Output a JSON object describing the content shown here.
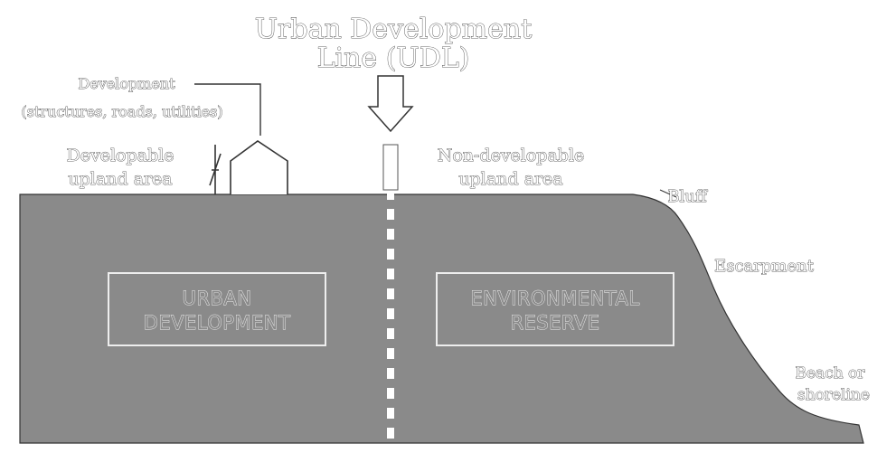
{
  "title_line1": "Urban Development",
  "title_line2": "Line (UDL)",
  "development_label_line1": "Development",
  "development_label_line2": "(structures, roads, utilities)",
  "left_area_line1": "Developable",
  "left_area_line2": "upland area",
  "right_area_line1": "Non-developable",
  "right_area_line2": "upland area",
  "bluff_label": "Bluff",
  "escarpment_label": "Escarpment",
  "beach_label_line1": "Beach or",
  "beach_label_line2": "shoreline",
  "urban_box_line1": "URBAN",
  "urban_box_line2": "DEVELOPMENT",
  "env_box_line1": "ENVIRONMENTAL",
  "env_box_line2": "RESERVE",
  "colors": {
    "land": "#8a8a8a",
    "outline": "#333333",
    "background": "#ffffff"
  }
}
